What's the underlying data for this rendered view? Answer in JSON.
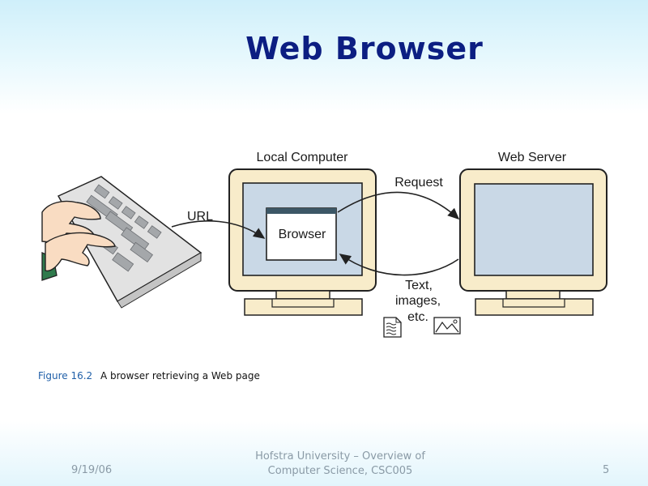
{
  "slide": {
    "title": "Web Browser",
    "caption_figure": "Figure 16.2",
    "caption_text": "A browser retrieving a Web page"
  },
  "diagram": {
    "local_computer_label": "Local Computer",
    "web_server_label": "Web Server",
    "url_label": "URL",
    "browser_label": "Browser",
    "request_label": "Request",
    "response_label_line1": "Text,",
    "response_label_line2": "images,",
    "response_label_line3": "etc.",
    "colors": {
      "monitor_body": "#f8ecca",
      "monitor_outline": "#222222",
      "screen": "#c9d8e6",
      "browser_titlebar": "#3c5766",
      "keyboard": "#d9d9d9",
      "keys": "#a4a7aa",
      "skin": "#f9dcc2",
      "sleeve": "#2f7a4c",
      "title_color": "#0c1e82"
    },
    "icons": [
      "document-icon",
      "image-icon"
    ]
  },
  "footer": {
    "date": "9/19/06",
    "center_line1": "Hofstra University – Overview of",
    "center_line2": "Computer Science, CSC005",
    "page_number": "5"
  }
}
